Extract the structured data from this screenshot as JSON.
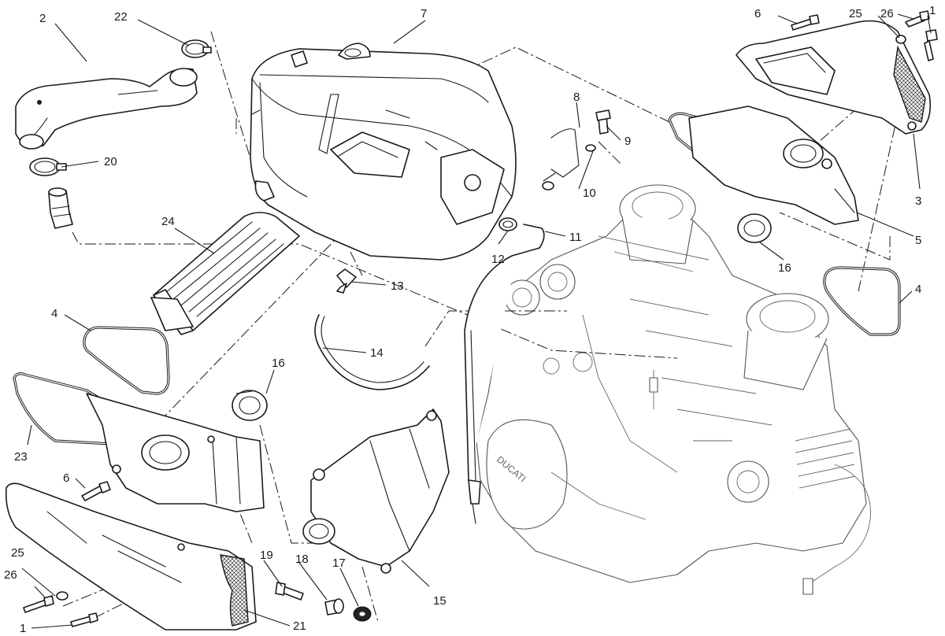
{
  "callouts": {
    "c1a": "1",
    "c1b": "1",
    "c2": "2",
    "c3": "3",
    "c4a": "4",
    "c4b": "4",
    "c5": "5",
    "c6a": "6",
    "c6b": "6",
    "c8": "8",
    "c9": "9",
    "c10": "10",
    "c11": "11",
    "c12": "12",
    "c13": "13",
    "c14": "14",
    "c15": "15",
    "c16a": "16",
    "c16b": "16",
    "c17": "17",
    "c18": "18",
    "c19": "19",
    "c20": "20",
    "c21": "21",
    "c22": "22",
    "c23": "23",
    "c24": "24",
    "c25a": "25",
    "c25b": "25",
    "c26a": "26",
    "c26b": "26",
    "c7": "7"
  },
  "engine_cover_text": "DUCATI"
}
